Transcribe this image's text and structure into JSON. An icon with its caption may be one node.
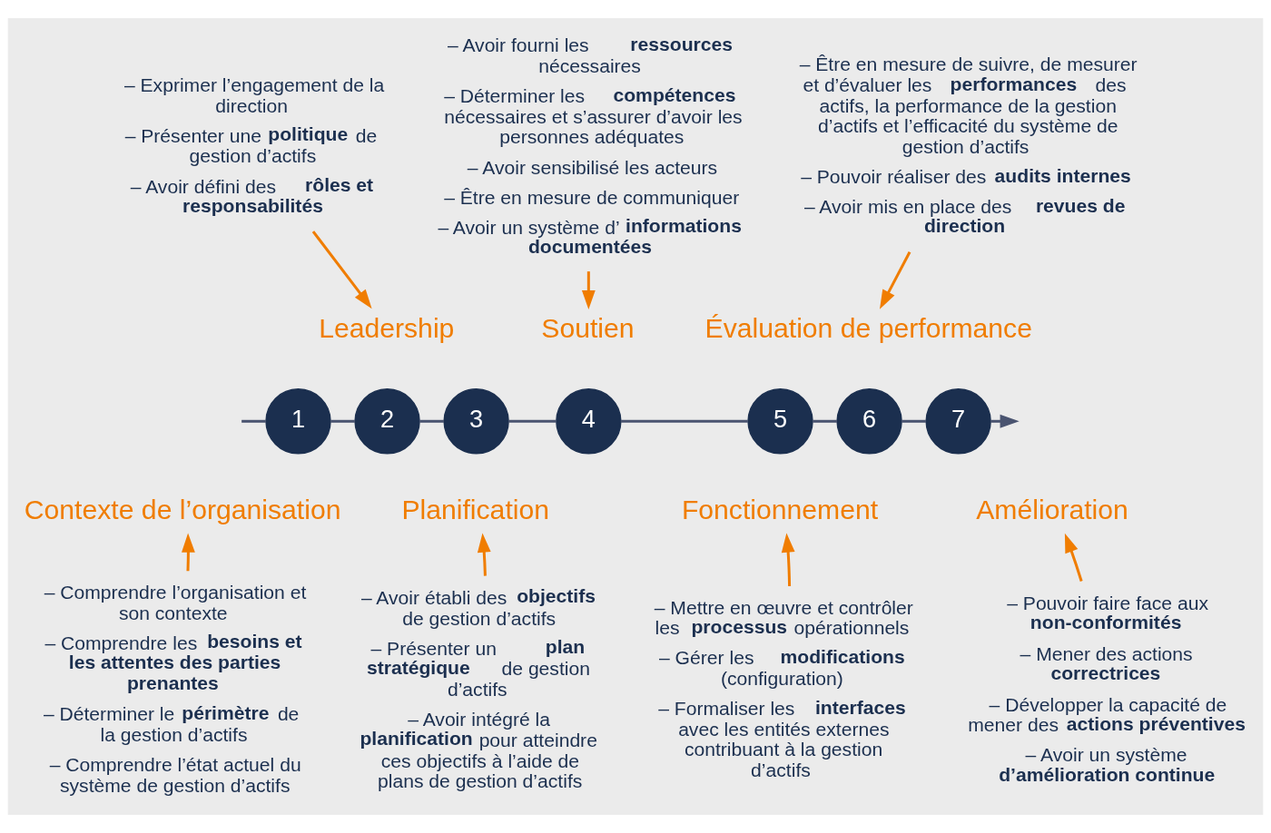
{
  "diagram": {
    "nodes": [
      {
        "text": [
          "1"
        ]
      },
      {
        "text": [
          "Contexte de l’organisation"
        ]
      },
      {
        "text": [
          "– Comprendre l’organisation et son contexte",
          "– Comprendre les **besoins et les attentes des parties prenantes**",
          "– Déterminer le **périmètre** de la gestion d’actifs",
          "– Comprendre l’état actuel du système de gestion d’actifs"
        ]
      },
      {
        "text": [
          "2"
        ]
      },
      {
        "text": [
          "Leadership"
        ]
      },
      {
        "text": [
          "– Exprimer l’engagement de la direction",
          "– Présenter une **politique** de gestion d’actifs",
          "– Avoir défini des **rôles et responsabilités**"
        ]
      },
      {
        "text": [
          "3"
        ]
      },
      {
        "text": [
          "Planification"
        ]
      },
      {
        "text": [
          "– Avoir établi des **objectifs** de gestion d’actifs",
          "– Présenter un **plan stratégique** de gestion d’actifs",
          "– Avoir intégré la **planification** pour atteindre ces objectifs à l’aide de plans de gestion d’actifs"
        ]
      },
      {
        "text": [
          "4"
        ]
      },
      {
        "text": [
          "Soutien"
        ]
      },
      {
        "text": [
          "– Avoir fourni les **ressources** nécessaires",
          "– Déterminer les **compétences** nécessaires et s’assurer d’avoir les personnes adéquates",
          "– Avoir sensibilisé les acteurs",
          "– Être en mesure de communiquer",
          "– Avoir un système d’**informations documentées**"
        ]
      },
      {
        "text": [
          "5"
        ]
      },
      {
        "text": [
          "Fonctionnement"
        ]
      },
      {
        "text": [
          "– Mettre en œuvre et contrôler les **processus** opérationnels",
          "– Gérer les **modifications** (configuration)",
          "– Formaliser les **interfaces** avec les entités externes contribuant à la gestion d’actifs"
        ]
      },
      {
        "text": [
          "6"
        ]
      },
      {
        "text": [
          "Évaluation de performance"
        ]
      },
      {
        "text": [
          "– Être en mesure de suivre, de mesurer et d’évaluer les **performances** des actifs, la performance de la gestion d’actifs et l’efficacité du système de gestion d’actifs",
          "– Pouvoir réaliser des **audits internes**",
          "– Avoir mis en place des **revues de direction**"
        ]
      },
      {
        "text": [
          "7"
        ]
      },
      {
        "text": [
          "Amélioration"
        ]
      },
      {
        "text": [
          "– Pouvoir faire face aux **non-conformités**",
          "– Mener des actions **correctrices**",
          "– Développer la capacité de mener des **actions préventives**",
          "– Avoir un système **d’amélioration continue**"
        ]
      }
    ],
    "edges": [
      {
        "from": null,
        "to": 0,
        "arrow": "none"
      },
      {
        "from": 0,
        "to": 3,
        "arrow": "none"
      },
      {
        "from": 3,
        "to": 6,
        "arrow": "none"
      },
      {
        "from": 6,
        "to": 9,
        "arrow": "none"
      },
      {
        "from": 9,
        "to": 12,
        "arrow": "none"
      },
      {
        "from": 12,
        "to": 15,
        "arrow": "none"
      },
      {
        "from": 15,
        "to": 18,
        "arrow": "none"
      },
      {
        "from": 18,
        "to": null,
        "arrow": "to"
      },
      {
        "from": 2,
        "to": 1,
        "arrow": "to",
        "color": "#f07d00"
      },
      {
        "from": 5,
        "to": 4,
        "arrow": "to",
        "color": "#f07d00"
      },
      {
        "from": 8,
        "to": 7,
        "arrow": "to",
        "color": "#f07d00"
      },
      {
        "from": 11,
        "to": 10,
        "arrow": "to",
        "color": "#f07d00"
      },
      {
        "from": 14,
        "to": 13,
        "arrow": "to",
        "color": "#f07d00"
      },
      {
        "from": 17,
        "to": 16,
        "arrow": "to",
        "color": "#f07d00"
      },
      {
        "from": 20,
        "to": 19,
        "arrow": "to",
        "color": "#f07d00"
      }
    ]
  }
}
